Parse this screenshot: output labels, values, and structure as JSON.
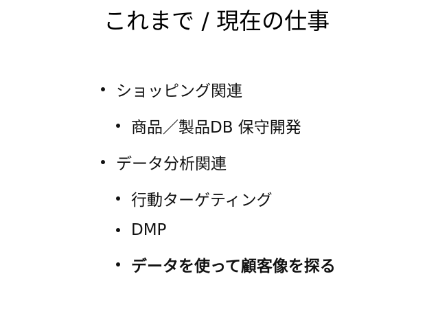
{
  "slide": {
    "title": "これまで / 現在の仕事",
    "bullets": [
      {
        "text": "ショッピング関連",
        "level": 1,
        "bold": false
      },
      {
        "text": "商品／製品DB 保守開発",
        "level": 2,
        "bold": false
      },
      {
        "text": "データ分析関連",
        "level": 1,
        "bold": false
      },
      {
        "text": "行動ターゲティング",
        "level": 2,
        "bold": false
      },
      {
        "text": "DMP",
        "level": 2,
        "bold": false
      },
      {
        "text": "データを使って顧客像を探る",
        "level": 2,
        "bold": true
      }
    ]
  }
}
